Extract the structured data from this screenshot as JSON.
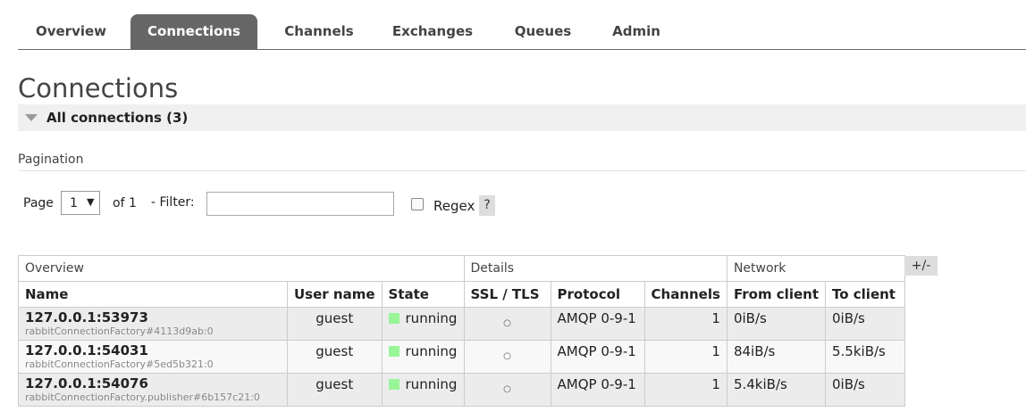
{
  "nav": {
    "tabs": [
      {
        "label": "Overview"
      },
      {
        "label": "Connections",
        "active": true
      },
      {
        "label": "Channels"
      },
      {
        "label": "Exchanges"
      },
      {
        "label": "Queues"
      },
      {
        "label": "Admin"
      }
    ]
  },
  "page": {
    "title": "Connections"
  },
  "section": {
    "label": "All connections (3)"
  },
  "pagination": {
    "label": "Pagination",
    "page_label": "Page",
    "page_value": "1",
    "of_label": "of 1",
    "filter_label": "- Filter:",
    "filter_value": "",
    "regex_label": "Regex",
    "help_label": "?"
  },
  "table": {
    "groups": [
      "Overview",
      "Details",
      "Network"
    ],
    "columns": [
      "Name",
      "User name",
      "State",
      "SSL / TLS",
      "Protocol",
      "Channels",
      "From client",
      "To client"
    ],
    "toggle_label": "+/-",
    "rows": [
      {
        "name": "127.0.0.1:53973",
        "client": "rabbitConnectionFactory#4113d9ab:0",
        "user": "guest",
        "state": "running",
        "ssl": "○",
        "protocol": "AMQP 0-9-1",
        "channels": "1",
        "from": "0iB/s",
        "to": "0iB/s"
      },
      {
        "name": "127.0.0.1:54031",
        "client": "rabbitConnectionFactory#5ed5b321:0",
        "user": "guest",
        "state": "running",
        "ssl": "○",
        "protocol": "AMQP 0-9-1",
        "channels": "1",
        "from": "84iB/s",
        "to": "5.5kiB/s"
      },
      {
        "name": "127.0.0.1:54076",
        "client": "rabbitConnectionFactory.publisher#6b157c21:0",
        "user": "guest",
        "state": "running",
        "ssl": "○",
        "protocol": "AMQP 0-9-1",
        "channels": "1",
        "from": "5.4kiB/s",
        "to": "0iB/s"
      }
    ]
  },
  "colors": {
    "nav_active": "#666666",
    "state_running": "#98f598",
    "row_odd": "#ececec",
    "row_even": "#f8f8f8"
  }
}
